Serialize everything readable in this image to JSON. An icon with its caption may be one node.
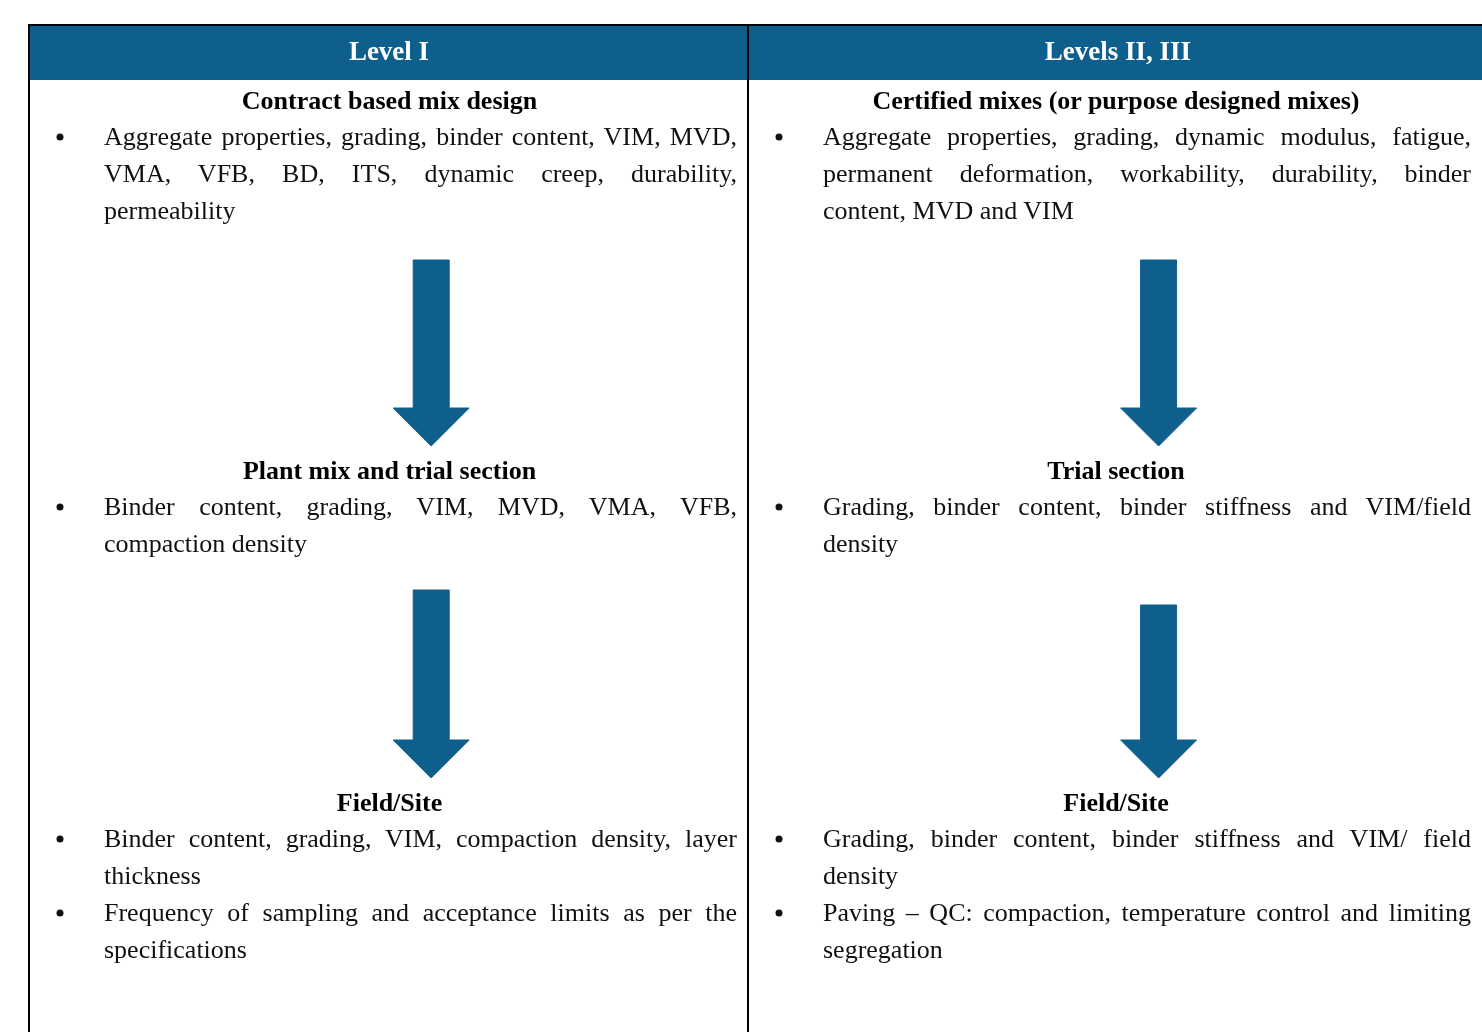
{
  "diagram": {
    "nodes": [
      {
        "text": [
          "Level I"
        ]
      },
      {
        "text": [
          "Contract based mix design",
          "Aggregate properties, grading, binder content, VIM, MVD, VMA, VFB, BD, ITS, dynamic creep, durability, permeability"
        ],
        "in": 0
      },
      {
        "text": [
          "Plant mix and trial section",
          "Binder content, grading, VIM, MVD, VMA, VFB, compaction density"
        ],
        "in": 0
      },
      {
        "text": [
          "Field/Site",
          "Binder content, grading, VIM, compaction density, layer thickness",
          "Frequency of sampling and acceptance limits as per the specifications"
        ],
        "in": 0
      },
      {
        "text": [
          "Levels II, III"
        ]
      },
      {
        "text": [
          "Certified mixes (or purpose designed mixes)",
          "Aggregate properties, grading, dynamic modulus, fatigue, permanent deformation, workability, durability, binder content, MVD and VIM"
        ],
        "in": 4
      },
      {
        "text": [
          "Trial section",
          "Grading, binder content, binder stiffness and VIM/field density"
        ],
        "in": 4
      },
      {
        "text": [
          "Field/Site",
          "Grading, binder content, binder stiffness and VIM/ field density",
          "Paving – QC: compaction, temperature control and limiting segregation"
        ],
        "in": 4
      }
    ],
    "edges": [
      {
        "from": 1,
        "to": 2,
        "arrow": "to"
      },
      {
        "from": 2,
        "to": 3,
        "arrow": "to"
      },
      {
        "from": 5,
        "to": 6,
        "arrow": "to"
      },
      {
        "from": 6,
        "to": 7,
        "arrow": "to"
      }
    ]
  }
}
